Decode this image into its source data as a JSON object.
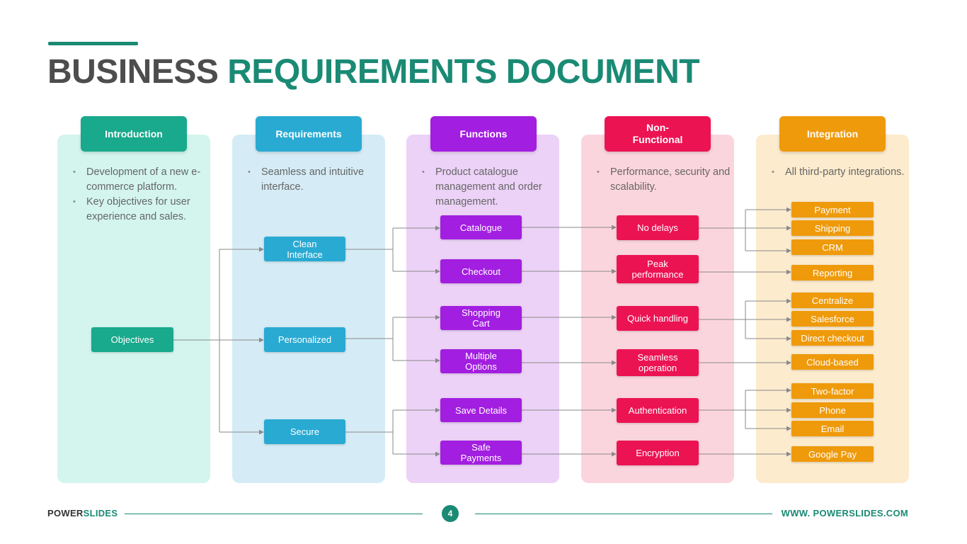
{
  "title": {
    "part1": "BUSINESS",
    "part2": "REQUIREMENTS DOCUMENT"
  },
  "columns": [
    {
      "header": "Introduction",
      "color": "#19a98c",
      "panel_color": "#d3f5ee",
      "bullets": [
        "Development of a new e-commerce platform.",
        "Key objectives for user experience and sales."
      ]
    },
    {
      "header": "Requirements",
      "color": "#29aad3",
      "panel_color": "#d5ecf6",
      "bullets": [
        "Seamless and intuitive interface."
      ]
    },
    {
      "header": "Functions",
      "color": "#a21ee0",
      "panel_color": "#ecd2f7",
      "bullets": [
        "Product catalogue management and order management."
      ]
    },
    {
      "header": "Non-\nFunctional",
      "color": "#ec1353",
      "panel_color": "#fbd5de",
      "bullets": [
        "Performance, security and scalability."
      ]
    },
    {
      "header": "Integration",
      "color": "#ef9a0b",
      "panel_color": "#fcebcd",
      "bullets": [
        "All third-party integrations."
      ]
    }
  ],
  "nodes": {
    "objectives": "Objectives",
    "requirements": [
      "Clean\nInterface",
      "Personalized",
      "Secure"
    ],
    "functions": [
      "Catalogue",
      "Checkout",
      "Shopping\nCart",
      "Multiple\nOptions",
      "Save Details",
      "Safe\nPayments"
    ],
    "non_functional": [
      "No delays",
      "Peak\nperformance",
      "Quick handling",
      "Seamless\noperation",
      "Authentication",
      "Encryption"
    ],
    "integrations": [
      "Payment",
      "Shipping",
      "CRM",
      "Reporting",
      "Centralize",
      "Salesforce",
      "Direct checkout",
      "Cloud-based",
      "Two-factor",
      "Phone",
      "Email",
      "Google Pay"
    ]
  },
  "footer": {
    "brand_part1": "POWER",
    "brand_part2": "SLIDES",
    "page": "4",
    "url": "WWW. POWERSLIDES.COM"
  }
}
